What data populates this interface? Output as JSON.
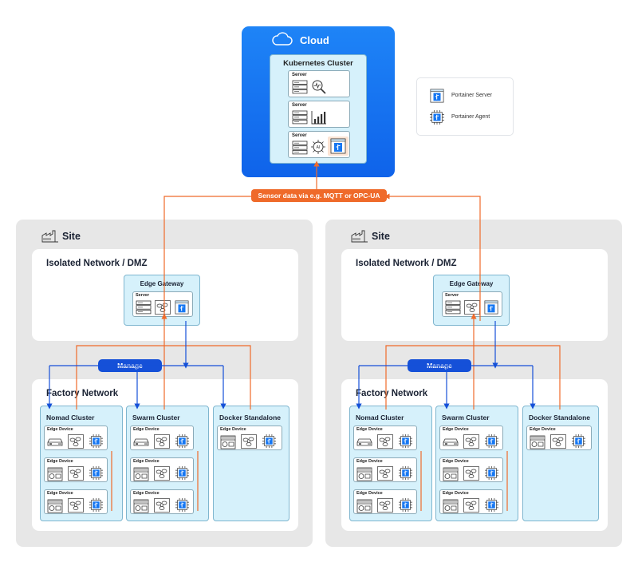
{
  "cloud": {
    "title": "Cloud",
    "cluster_title": "Kubernetes Cluster",
    "servers": [
      {
        "label": "Server",
        "icon": "monitoring-magnifier-icon"
      },
      {
        "label": "Server",
        "icon": "bar-chart-icon"
      },
      {
        "label": "Server",
        "icon": "ai-chip-icon"
      }
    ]
  },
  "legend": [
    {
      "icon": "portainer-server-icon",
      "label": "Portainer Server"
    },
    {
      "icon": "portainer-agent-icon",
      "label": "Portainer Agent"
    }
  ],
  "sensor_label": "Sensor data via e.g. MQTT or OPC-UA",
  "sites": [
    {
      "title": "Site",
      "dmz_title": "Isolated Network / DMZ",
      "gateway_title": "Edge Gateway",
      "gateway_server_label": "Server",
      "manage_label": "Manage",
      "factory_title": "Factory Network",
      "clusters": [
        {
          "title": "Nomad Cluster",
          "devices": [
            {
              "label": "Edge Device",
              "hw": "router-icon"
            },
            {
              "label": "Edge Device",
              "hw": "plc-icon"
            },
            {
              "label": "Edge Device",
              "hw": "plc-icon"
            }
          ]
        },
        {
          "title": "Swarm Cluster",
          "devices": [
            {
              "label": "Edge Device",
              "hw": "router-icon"
            },
            {
              "label": "Edge Device",
              "hw": "plc-icon"
            },
            {
              "label": "Edge Device",
              "hw": "plc-icon"
            }
          ]
        },
        {
          "title": "Docker Standalone",
          "devices": [
            {
              "label": "Edge Device",
              "hw": "plc-icon"
            }
          ]
        }
      ]
    },
    {
      "title": "Site",
      "dmz_title": "Isolated Network / DMZ",
      "gateway_title": "Edge Gateway",
      "gateway_server_label": "Server",
      "manage_label": "Manage",
      "factory_title": "Factory Network",
      "clusters": [
        {
          "title": "Nomad Cluster",
          "devices": [
            {
              "label": "Edge Device",
              "hw": "router-icon"
            },
            {
              "label": "Edge Device",
              "hw": "plc-icon"
            },
            {
              "label": "Edge Device",
              "hw": "plc-icon"
            }
          ]
        },
        {
          "title": "Swarm Cluster",
          "devices": [
            {
              "label": "Edge Device",
              "hw": "router-icon"
            },
            {
              "label": "Edge Device",
              "hw": "plc-icon"
            },
            {
              "label": "Edge Device",
              "hw": "plc-icon"
            }
          ]
        },
        {
          "title": "Docker Standalone",
          "devices": [
            {
              "label": "Edge Device",
              "hw": "plc-icon"
            }
          ]
        }
      ]
    }
  ],
  "colors": {
    "cloud_blue": "#1677f2",
    "manage_blue": "#1550d8",
    "sensor_orange": "#ef6a2a",
    "container_fill": "#d6f1fb",
    "site_gray": "#e7e7e7"
  }
}
